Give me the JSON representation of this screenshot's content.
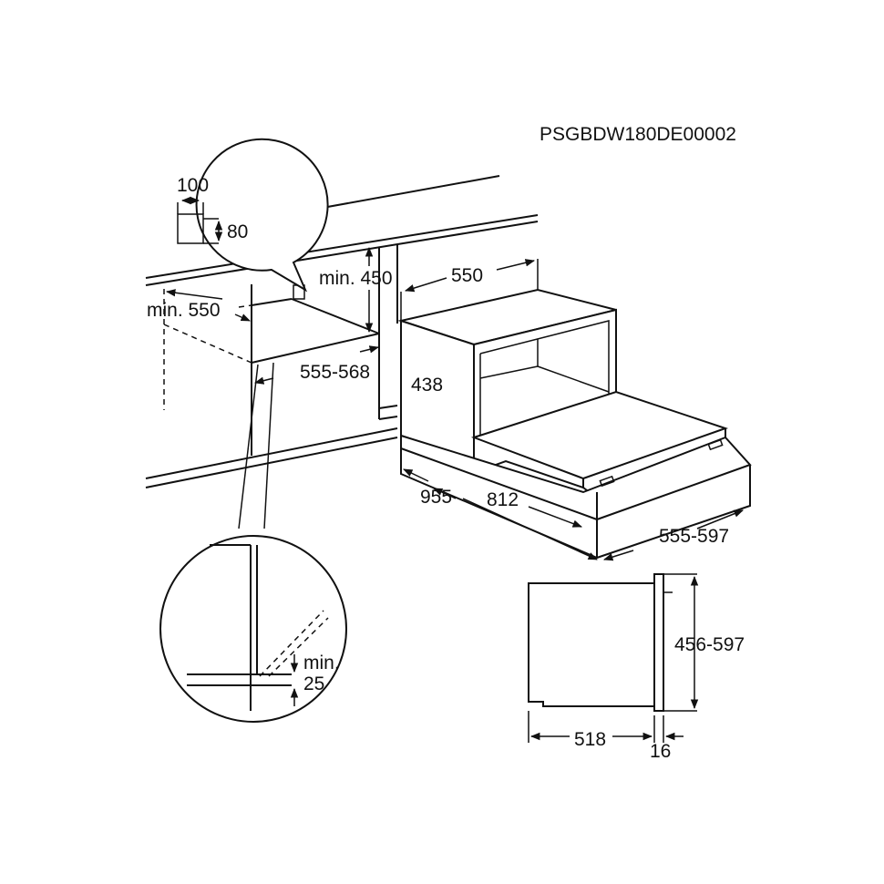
{
  "drawing_code": "PSGBDW180DE00002",
  "detail_top": {
    "width": "100",
    "height": "80"
  },
  "cabinet": {
    "min_depth": "min. 550",
    "min_height": "min. 450",
    "width": "555-568"
  },
  "appliance": {
    "depth": "550",
    "height": "438",
    "depth_door_open": "955",
    "depth_812": "812",
    "width": "555-597"
  },
  "detail_bottom": {
    "min_label": "min.",
    "min_value": "25"
  },
  "side_view": {
    "front_height": "456-597",
    "depth": "518",
    "front_thickness": "16"
  }
}
